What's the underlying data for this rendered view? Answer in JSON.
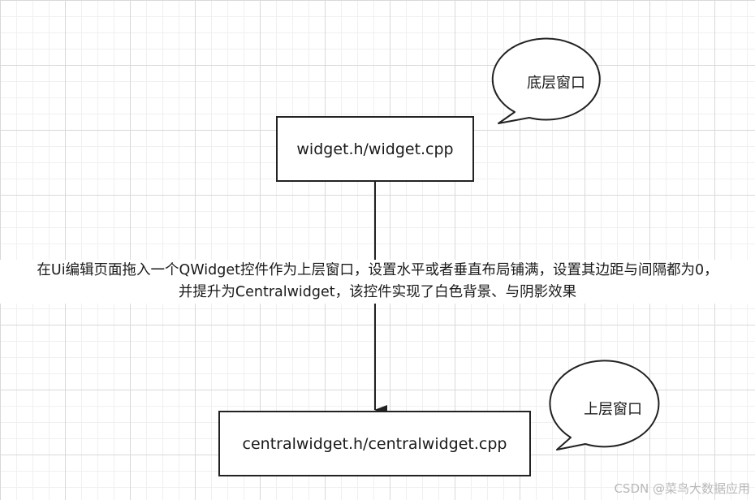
{
  "nodes": {
    "top": {
      "label": "widget.h/widget.cpp"
    },
    "bottom": {
      "label": "centralwidget.h/centralwidget.cpp"
    }
  },
  "callouts": {
    "top": {
      "label": "底层窗口"
    },
    "bottom": {
      "label": "上层窗口"
    }
  },
  "note": {
    "line1": "在Ui编辑页面拖入一个QWidget控件作为上层窗口，设置水平或者垂直布局铺满，设置其边距与间隔都为0，",
    "line2": "并提升为Centralwidget，该控件实现了白色背景、与阴影效果"
  },
  "watermark": "CSDN @菜鸟大数据应用",
  "colors": {
    "stroke": "#222222",
    "grid_major": "#d9d9d9",
    "grid_minor": "#f0f0f0",
    "background": "#ffffff"
  }
}
